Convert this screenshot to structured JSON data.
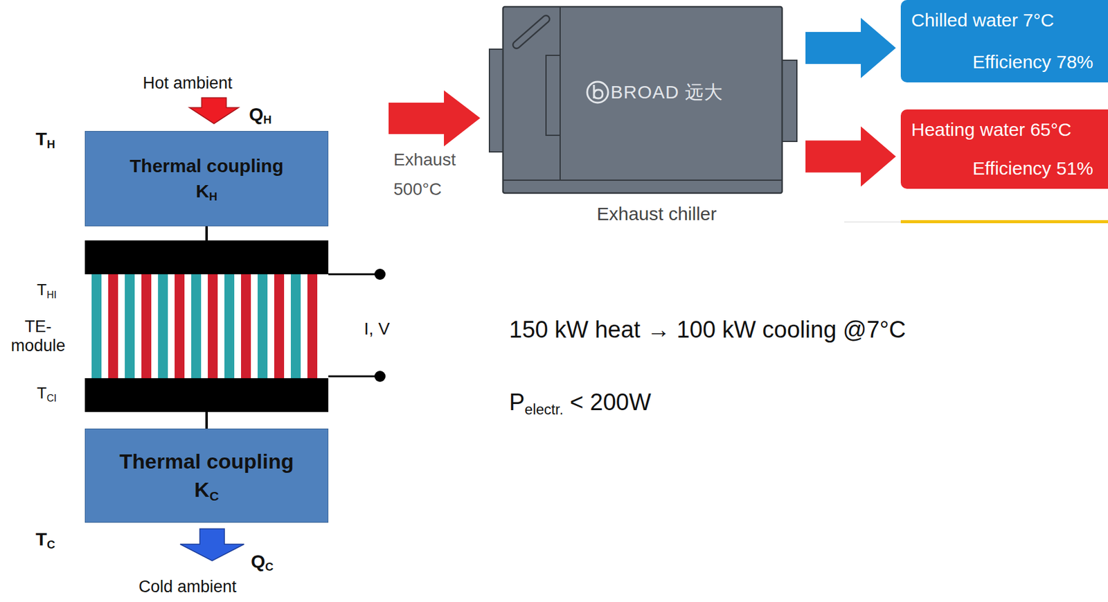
{
  "diagram": {
    "nodes": [
      {
        "text": [
          "Thermal coupling",
          "KH"
        ]
      },
      {
        "text": [
          "TE- module"
        ]
      },
      {
        "text": [
          "Thermal coupling",
          "KC"
        ]
      },
      {
        "text": [
          "BROAD 远大",
          "Exhaust chiller"
        ]
      },
      {
        "text": [
          "Chilled water 7°C",
          "Efficiency 78%"
        ]
      },
      {
        "text": [
          "Heating water 65°C",
          "Efficiency 51%"
        ]
      }
    ],
    "edges": [
      {
        "from": 0,
        "to": 1,
        "arrow": "none"
      },
      {
        "from": 1,
        "to": 2,
        "arrow": "none"
      },
      {
        "from": 3,
        "to": 4,
        "arrow": "to"
      },
      {
        "from": 3,
        "to": 5,
        "arrow": "to"
      }
    ],
    "labels": [
      "Hot ambient",
      "QH",
      "TH",
      "THI",
      "TCI",
      "I, V",
      "TC",
      "QC",
      "Cold ambient",
      "Exhaust",
      "500°C",
      "150 kW heat → 100 kW cooling @7°C",
      "Pelectr. < 200W"
    ]
  }
}
